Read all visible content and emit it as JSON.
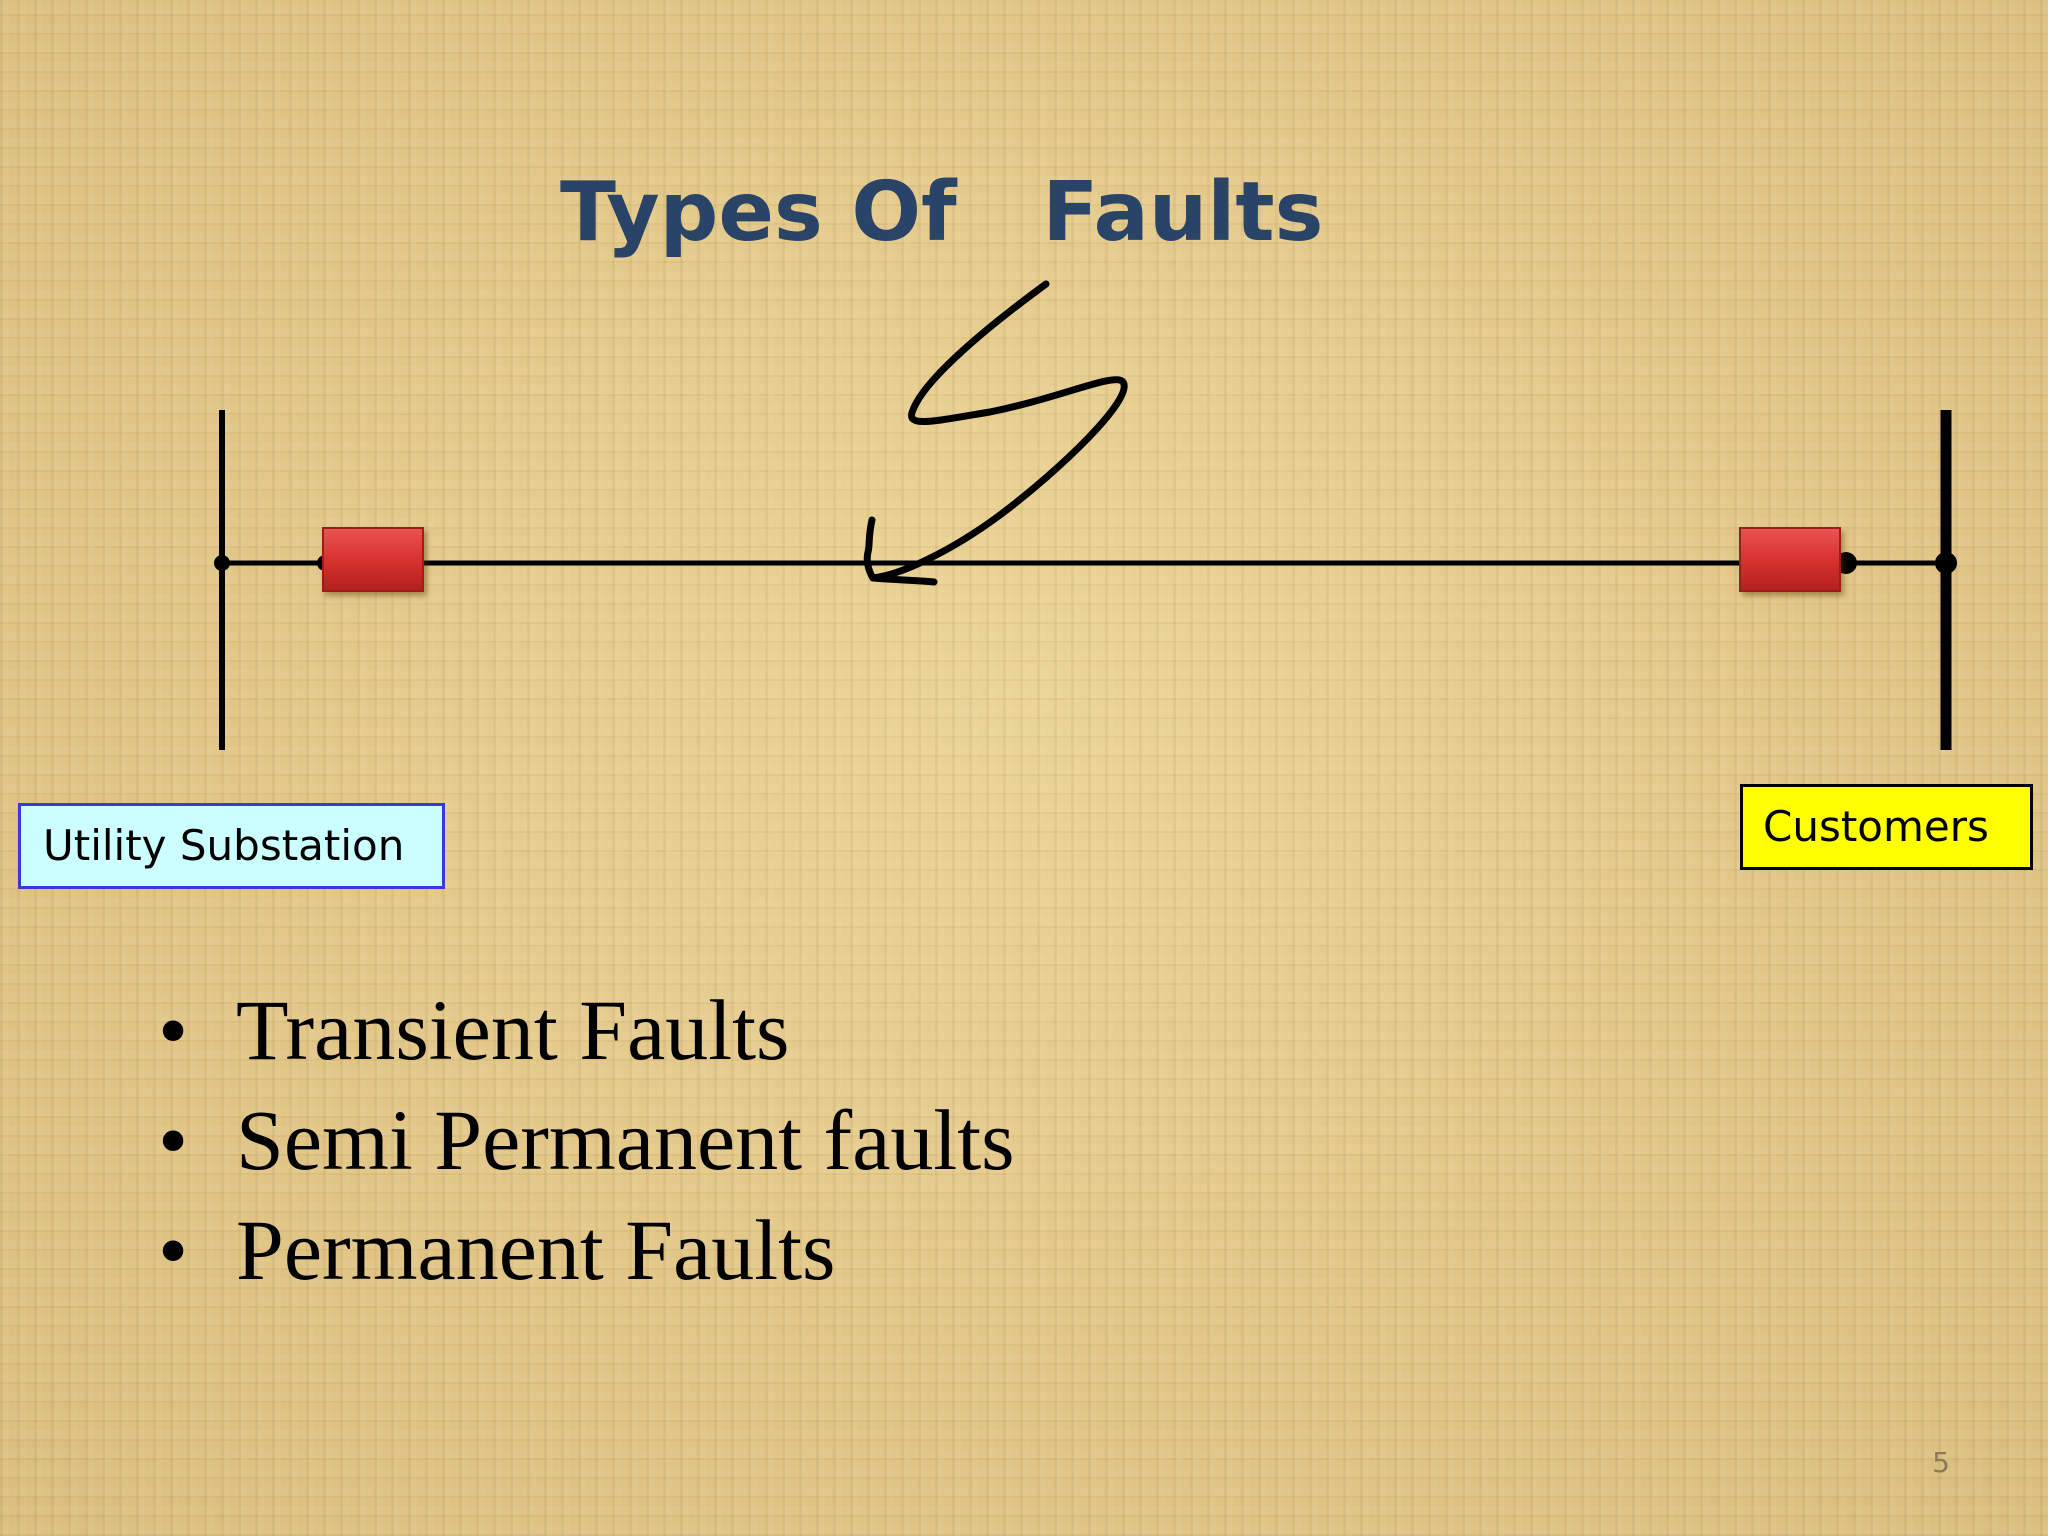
{
  "slide": {
    "title": "Types Of   Faults",
    "page_number": "5"
  },
  "diagram": {
    "left_label": "Utility Substation",
    "right_label": "Customers",
    "colors": {
      "breaker": "#d8322f",
      "line": "#000000",
      "left_label_fill": "#ccffff",
      "left_label_border": "#3a3ad8",
      "right_label_fill": "#ffff00",
      "title": "#2a4467"
    },
    "icons": [
      "circuit-breaker-icon",
      "lightning-fault-icon"
    ]
  },
  "bullets": [
    "Transient Faults",
    "Semi Permanent faults",
    "Permanent Faults"
  ]
}
